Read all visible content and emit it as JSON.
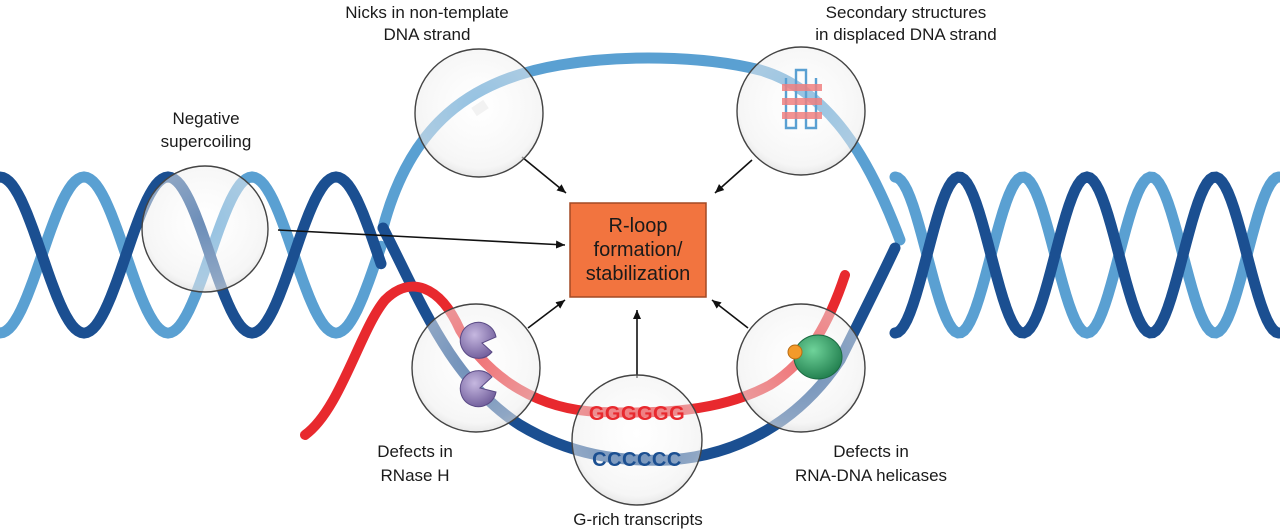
{
  "center_box": {
    "line1": "R-loop",
    "line2": "formation/",
    "line3": "stabilization"
  },
  "factors": {
    "nicks": {
      "line1": "Nicks in non-template",
      "line2": "DNA strand"
    },
    "secondary": {
      "line1": "Secondary structures",
      "line2": "in displaced DNA strand"
    },
    "supercoiling": {
      "line1": "Negative",
      "line2": "supercoiling"
    },
    "rnaseh": {
      "line1": "Defects in",
      "line2": "RNase H"
    },
    "grich": {
      "line1": "G-rich transcripts",
      "rna_seq": "GGGGGG",
      "dna_seq": "CCCCCC"
    },
    "helicases": {
      "line1": "Defects in",
      "line2": "RNA-DNA helicases"
    }
  },
  "colors": {
    "dark_strand": "#1b4f91",
    "light_strand": "#5aa0d2",
    "rna": "#e8292e",
    "center_box_fill": "#f2743f",
    "enzyme_rnaseh": "#8c7ab2",
    "enzyme_helicase": "#2f9a62",
    "helicase_dot": "#f39a2a"
  }
}
